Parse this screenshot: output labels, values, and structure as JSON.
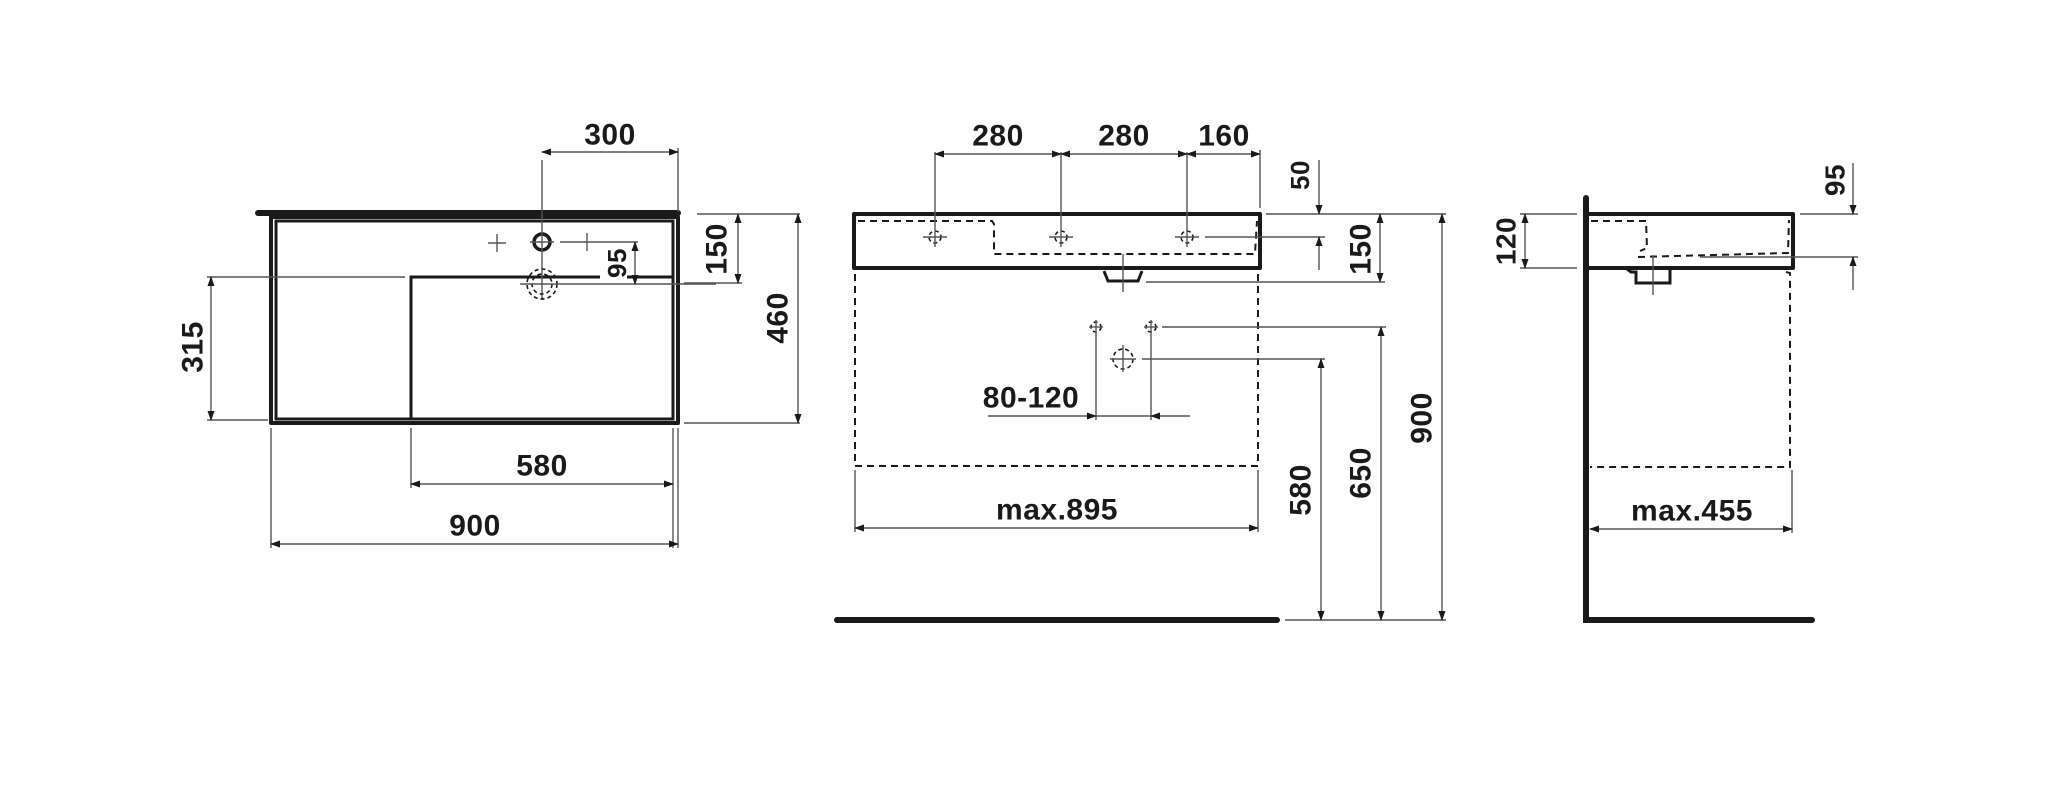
{
  "drawing": {
    "colors": {
      "line": "#1a1a1a",
      "dimension": "#555555",
      "background": "#ffffff"
    },
    "top_view": {
      "dimensions": {
        "tap_offset": "300",
        "rim_to_tap": "150",
        "depth": "460",
        "tap_to_drain": "95",
        "shelf_depth": "315",
        "bowl_width": "580",
        "overall_width": "900"
      }
    },
    "front_view": {
      "dimensions": {
        "hole_spacing_1": "280",
        "hole_spacing_2": "280",
        "hole_edge_offset": "160",
        "hole_height": "50",
        "basin_height": "150",
        "valve_spacing": "80-120",
        "cabinet_width": "max.895",
        "waste_height": "580",
        "supply_height": "650",
        "rim_height": "900"
      }
    },
    "side_view": {
      "dimensions": {
        "basin_height": "120",
        "overflow_depth": "95",
        "cabinet_depth": "max.455"
      }
    }
  }
}
